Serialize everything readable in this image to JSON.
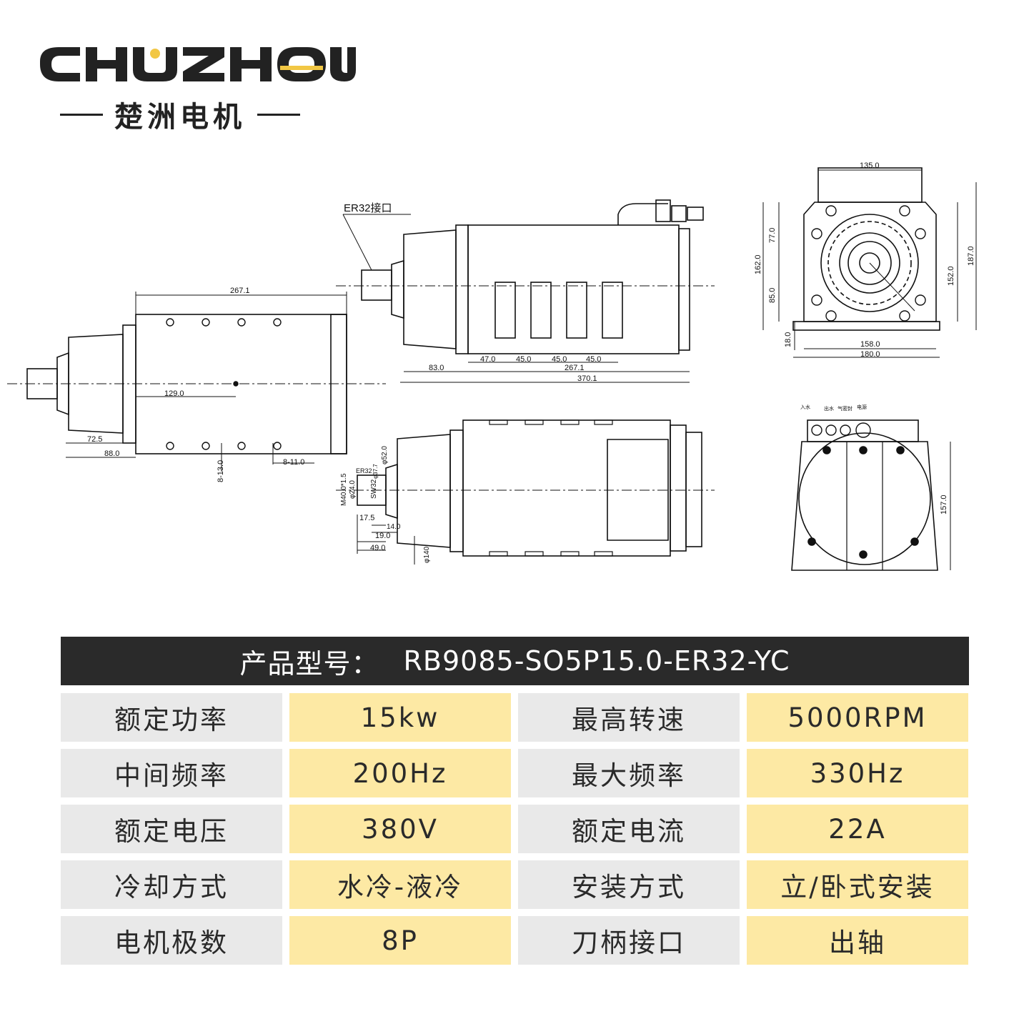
{
  "brand": {
    "logo_text": "CHUZHOU",
    "cn_name": "楚洲电机"
  },
  "drawing": {
    "callout_er32": "ER32接口",
    "side_view": {
      "d_267_1": "267.1",
      "d_129": "129.0",
      "d_72_5": "72.5",
      "d_88": "88.0",
      "d_8_13": "8-13.0",
      "d_8_11": "8-11.0"
    },
    "top_view": {
      "d_47": "47.0",
      "d_45a": "45.0",
      "d_45b": "45.0",
      "d_45c": "45.0",
      "d_83": "83.0",
      "d_267_1": "267.1",
      "d_370_1": "370.1"
    },
    "end_view": {
      "d_135": "135.0",
      "d_77": "77.0",
      "d_162": "162.0",
      "d_85": "85.0",
      "d_18": "18.0",
      "d_152": "152.0",
      "d_187": "187.0",
      "d_158": "158.0",
      "d_180": "180.0"
    },
    "bottom_view": {
      "d_er32": "ER32",
      "d_m40": "M40.0*1.5",
      "d_phi24": "φ24.0",
      "d_sw32": "SW32",
      "d_phi37": "φ37.7",
      "d_phi52": "φ52.0",
      "d_17_5": "17.5",
      "d_14": "14.0",
      "d_19": "19.0",
      "d_49": "49.0",
      "d_phi140": "φ140"
    },
    "rear_view": {
      "port_1": "入水",
      "port_2": "出水",
      "port_3": "气密封",
      "port_4": "电源",
      "d_157": "157.0"
    }
  },
  "spec": {
    "title_label": "产品型号：",
    "model": "RB9085-SO5P15.0-ER32-YC",
    "rows": [
      {
        "l1": "额定功率",
        "v1": "15kw",
        "l2": "最高转速",
        "v2": "5000RPM"
      },
      {
        "l1": "中间频率",
        "v1": "200Hz",
        "l2": "最大频率",
        "v2": "330Hz"
      },
      {
        "l1": "额定电压",
        "v1": "380V",
        "l2": "额定电流",
        "v2": "22A"
      },
      {
        "l1": "冷却方式",
        "v1": "水冷-液冷",
        "l2": "安装方式",
        "v2": "立/卧式安装"
      },
      {
        "l1": "电机极数",
        "v1": "8P",
        "l2": "刀柄接口",
        "v2": "出轴"
      }
    ]
  },
  "colors": {
    "title_bar": "#2a2a2a",
    "label_cell": "#e9e9e9",
    "value_cell": "#fde9a4",
    "logo_accent": "#f2c744"
  }
}
